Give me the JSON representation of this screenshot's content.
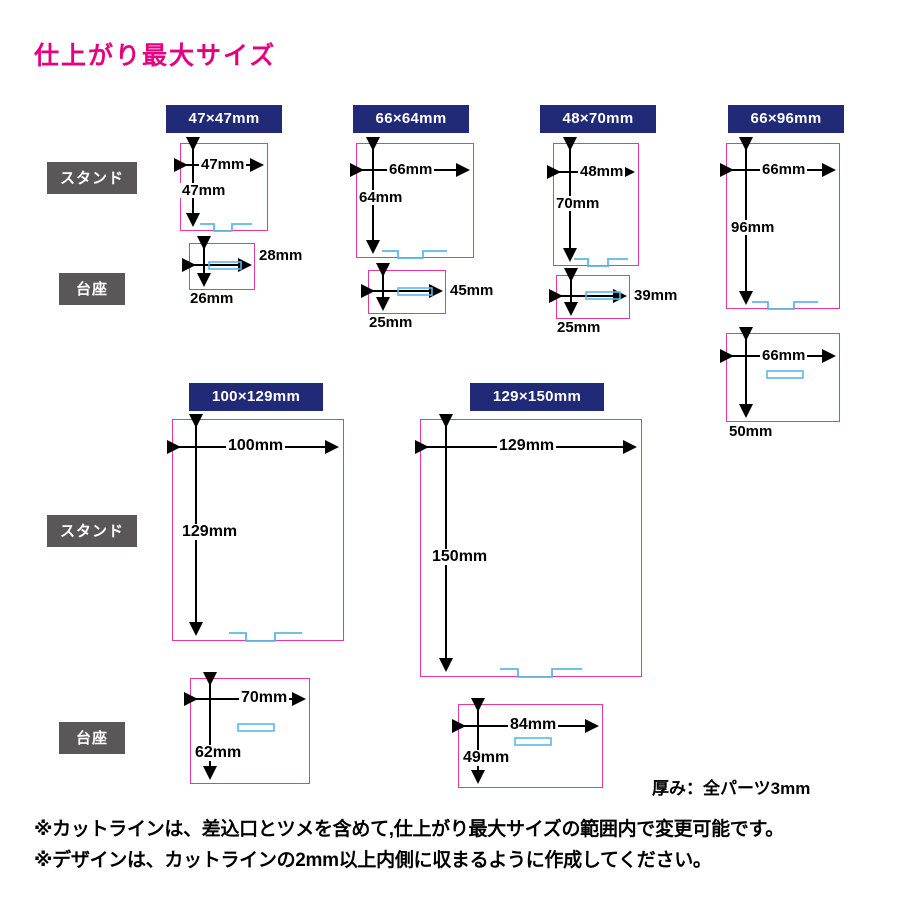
{
  "title": "仕上がり最大サイズ",
  "colors": {
    "title_pink": "#e4007f",
    "badge_navy": "#202a77",
    "row_label_gray": "#595757",
    "part_outline_pink": "#e5389a",
    "tab_blue": "#5bb8e8",
    "dimension_black": "#000000",
    "background": "#ffffff"
  },
  "row_labels": {
    "stand_top": "スタンド",
    "base_top": "台座",
    "stand_bottom": "スタンド",
    "base_bottom": "台座"
  },
  "groups": [
    {
      "badge": "47×47mm",
      "stand": {
        "width_label": "47mm",
        "height_label": "47mm",
        "tabs": 2
      },
      "base": {
        "width_label": "28mm",
        "height_label": "26mm",
        "slot": true
      }
    },
    {
      "badge": "66×64mm",
      "stand": {
        "width_label": "66mm",
        "height_label": "64mm",
        "tabs": 2
      },
      "base": {
        "width_label": "45mm",
        "height_label": "25mm",
        "slot": true
      }
    },
    {
      "badge": "48×70mm",
      "stand": {
        "width_label": "48mm",
        "height_label": "70mm",
        "tabs": 2
      },
      "base": {
        "width_label": "39mm",
        "height_label": "25mm",
        "slot": true
      }
    },
    {
      "badge": "66×96mm",
      "stand": {
        "width_label": "66mm",
        "height_label": "96mm",
        "tabs": 2
      },
      "base": {
        "width_label": "66mm",
        "height_label": "50mm",
        "slot": true
      }
    },
    {
      "badge": "100×129mm",
      "stand": {
        "width_label": "100mm",
        "height_label": "129mm",
        "tabs": 2
      },
      "base": {
        "width_label": "70mm",
        "height_label": "62mm",
        "slot": true
      }
    },
    {
      "badge": "129×150mm",
      "stand": {
        "width_label": "129mm",
        "height_label": "150mm",
        "tabs": 2
      },
      "base": {
        "width_label": "84mm",
        "height_label": "49mm",
        "slot": true
      }
    }
  ],
  "footer": {
    "thickness": "厚み：全パーツ3mm",
    "note1": "※カットラインは、差込口とツメを含めて,仕上がり最大サイズの範囲内で変更可能です。",
    "note2": "※デザインは、カットラインの2mm以上内側に収まるように作成してください。"
  }
}
